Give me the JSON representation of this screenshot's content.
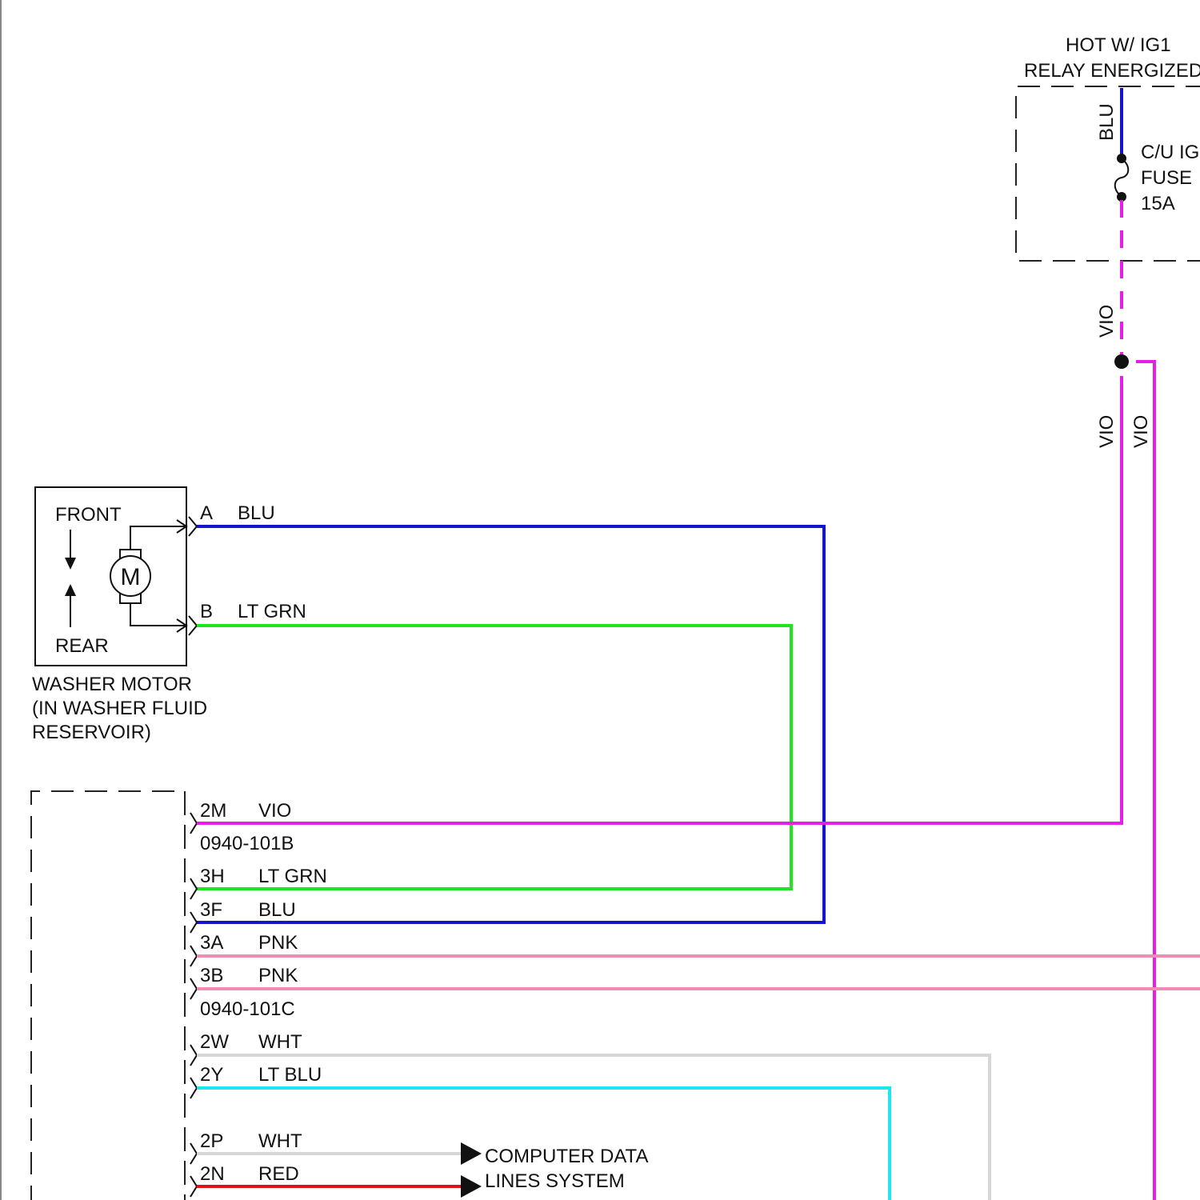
{
  "colors": {
    "blu": "#1414c8",
    "lt_grn": "#1ee61e",
    "vio": "#e61ee6",
    "pnk": "#f08cb4",
    "wht": "#d6d6d6",
    "lt_blu": "#1ee6f0",
    "red": "#dc1414",
    "line": "#111111"
  },
  "power": {
    "hot_line1": "HOT W/ IG1",
    "hot_line2": "RELAY ENERGIZED",
    "blu_label": "BLU",
    "fuse_line1": "C/U IG",
    "fuse_line2": "FUSE",
    "fuse_line3": "15A",
    "vio_label_upper": "VIO",
    "vio_label_left": "VIO",
    "vio_label_right": "VIO"
  },
  "motor": {
    "front_label": "FRONT",
    "rear_label": "REAR",
    "symbol": "M",
    "pin_a": "A",
    "pin_a_color": "BLU",
    "pin_b": "B",
    "pin_b_color": "LT GRN",
    "caption_line1": "WASHER MOTOR",
    "caption_line2": "(IN WASHER FLUID",
    "caption_line3": "RESERVOIR)"
  },
  "module": {
    "pins": [
      {
        "pin": "2M",
        "color": "VIO"
      },
      {
        "pin": "3H",
        "color": "LT GRN"
      },
      {
        "pin": "3F",
        "color": "BLU"
      },
      {
        "pin": "3A",
        "color": "PNK"
      },
      {
        "pin": "3B",
        "color": "PNK"
      },
      {
        "pin": "2W",
        "color": "WHT"
      },
      {
        "pin": "2Y",
        "color": "LT BLU"
      },
      {
        "pin": "2P",
        "color": "WHT"
      },
      {
        "pin": "2N",
        "color": "RED"
      }
    ],
    "connector_b": "0940-101B",
    "connector_c": "0940-101C"
  },
  "data_lines": {
    "line1": "COMPUTER DATA",
    "line2": "LINES SYSTEM"
  }
}
